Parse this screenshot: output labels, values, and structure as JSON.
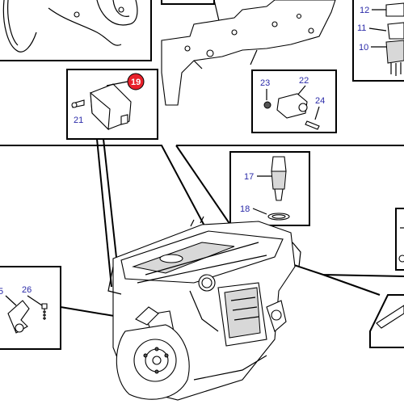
{
  "callouts": {
    "c5": "5",
    "c10": "10",
    "c11": "11",
    "c12": "12",
    "c17": "17",
    "c18": "18",
    "c19": "19",
    "c21": "21",
    "c22": "22",
    "c23": "23",
    "c24": "24",
    "c26": "26"
  },
  "colors": {
    "callout_text": "#2a2aa8",
    "highlight_fill": "#e8202a"
  }
}
